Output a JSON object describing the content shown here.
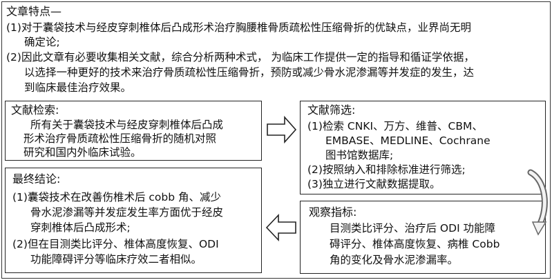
{
  "features": {
    "title": "文章特点—",
    "lines": [
      "(1)对于囊袋技术与经皮穿刺椎体后凸成形术治疗胸腰椎骨质疏松性压缩骨折的优缺点，业界尚无明",
      "确定论;",
      "(2)因此文章有必要收集相关文献，综合分析两种术式，  为临床工作提供一定的指导和循证学依据，",
      "以选择一种更好的技术来治疗骨质疏松性压缩骨折，预防或减少骨水泥渗漏等并发症的发生，达",
      "到临床最佳治疗效果。"
    ]
  },
  "retrieval": {
    "title": "文献检索:",
    "lines": [
      "所有关于囊袋技术与经皮穿刺椎体后凸成",
      "形术治疗骨质疏松性压缩骨折的随机对照",
      "研究和国内外临床试验。"
    ]
  },
  "screening": {
    "title": "文献筛选:",
    "lines": [
      "(1)检索 CNKI、万方、维普、CBM、",
      "EMBASE、MEDLINE、Cochrane",
      "图书馆数据库;",
      "(2)按照纳入和排除标准进行筛选;",
      "(3)独立进行文献数据提取。"
    ]
  },
  "conclusion": {
    "title": "最终结论:",
    "lines": [
      "(1)囊袋技术在改善伤椎术后 cobb 角、减少",
      "骨水泥渗漏等并发症发生率方面优于经皮",
      "穿刺椎体后凸成形术;",
      "(2)但在目测类比评分、椎体高度恢复、ODI",
      "功能障碍评分等临床疗效二者相似。"
    ]
  },
  "indicators": {
    "title": "观察指标:",
    "lines": [
      "目测类比评分、治疗后 ODI 功能障",
      "碍评分、椎体高度恢复、病椎 Cobb",
      "角的变化及骨水泥渗漏率。"
    ]
  }
}
